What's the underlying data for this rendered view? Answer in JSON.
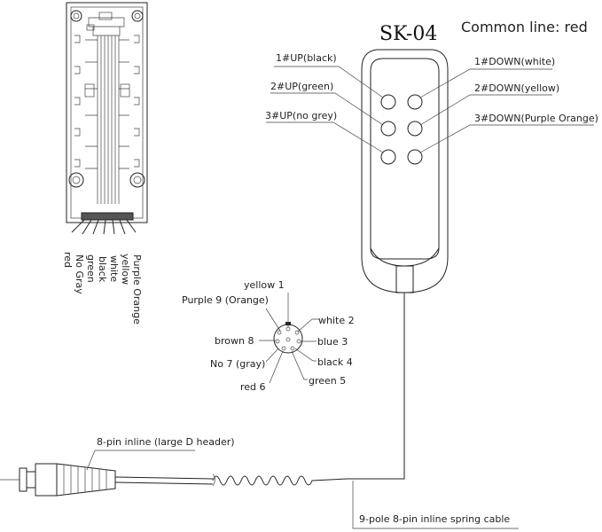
{
  "remote": {
    "model": "SK-04",
    "common_line": "Common line: red",
    "buttons": [
      {
        "label": "1#UP(black)"
      },
      {
        "label": "2#UP(green)"
      },
      {
        "label": "3#UP(no grey)"
      },
      {
        "label": "1#DOWN(white)"
      },
      {
        "label": "2#DOWN(yellow)"
      },
      {
        "label": "3#DOWN(Purple Orange)"
      }
    ]
  },
  "pcb": {
    "wires": [
      "red",
      "No Gray",
      "green",
      "black",
      "white",
      "yellow",
      "Purple Orange"
    ]
  },
  "connector_pins": [
    {
      "label": "yellow 1"
    },
    {
      "label": "white 2"
    },
    {
      "label": "blue 3"
    },
    {
      "label": "black 4"
    },
    {
      "label": "green 5"
    },
    {
      "label": "red 6"
    },
    {
      "label": "No 7 (gray)"
    },
    {
      "label": "brown 8"
    },
    {
      "label": "Purple 9 (Orange)"
    }
  ],
  "cable": {
    "plug_label": "8-pin inline (large D header)",
    "spring_label": "9-pole 8-pin inline spring cable"
  }
}
